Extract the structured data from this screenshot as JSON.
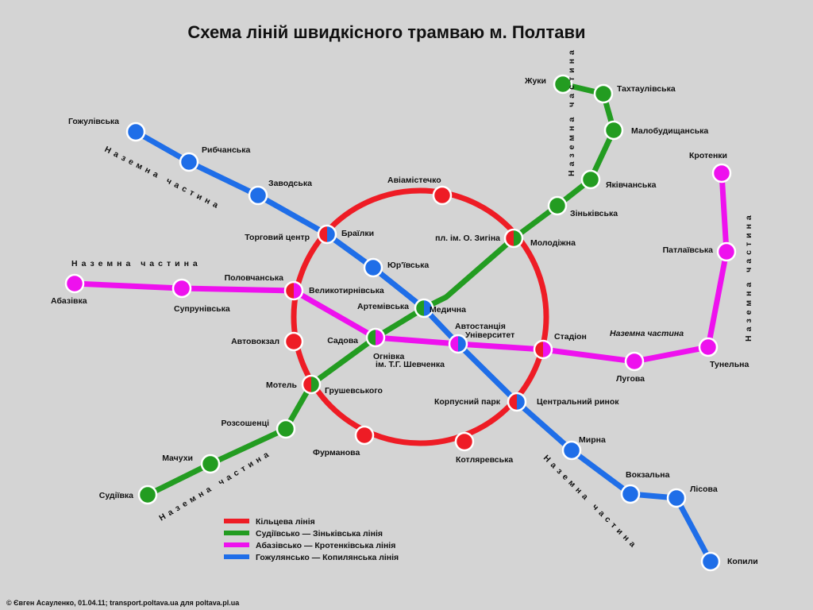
{
  "title": "Схема ліній швидкісного трамваю м. Полтави",
  "credit": "© Євген Асауленко, 01.04.11; transport.poltava.ua для poltava.pl.ua",
  "ground_note": "Наземна частина",
  "colors": {
    "red": "#ee1c25",
    "green": "#239c21",
    "magenta": "#ee11ee",
    "blue": "#1f6ee8",
    "background": "#d4d4d4"
  },
  "lines": [
    {
      "id": "ring",
      "color": "red",
      "legend": "Кільцева лінія"
    },
    {
      "id": "green",
      "color": "green",
      "legend": "Судіївсько — Зіньківська лінія"
    },
    {
      "id": "magenta",
      "color": "magenta",
      "legend": "Абазівсько — Кротенківська лінія"
    },
    {
      "id": "blue",
      "color": "blue",
      "legend": "Гожулянсько — Копилянська лінія"
    }
  ],
  "stations": [
    {
      "id": "gozhulivska",
      "name": "Гожулівська"
    },
    {
      "id": "rybchanska",
      "name": "Рибчанська"
    },
    {
      "id": "zavodska",
      "name": "Заводська"
    },
    {
      "id": "brailky",
      "name": "Браїлки"
    },
    {
      "id": "torhovyi",
      "name": "Торговий центр"
    },
    {
      "id": "yurivska",
      "name": "Юр'ївська"
    },
    {
      "id": "artemivska",
      "name": "Артемівська"
    },
    {
      "id": "medychna",
      "name": "Медична"
    },
    {
      "id": "avtostantsiia",
      "name": "Автостанція"
    },
    {
      "id": "shevchenka",
      "name": "ім. Т.Г. Шевченка"
    },
    {
      "id": "korpusnyi",
      "name": "Корпусний парк"
    },
    {
      "id": "tsentralnyi",
      "name": "Центральний ринок"
    },
    {
      "id": "myrna",
      "name": "Мирна"
    },
    {
      "id": "vokzalna",
      "name": "Вокзальна"
    },
    {
      "id": "lisova",
      "name": "Лісова"
    },
    {
      "id": "kopyly",
      "name": "Копили"
    },
    {
      "id": "abazivka",
      "name": "Абазівка"
    },
    {
      "id": "suprunivska",
      "name": "Супрунівська"
    },
    {
      "id": "polovchanska",
      "name": "Половчанська"
    },
    {
      "id": "velykotyrnivska",
      "name": "Великотирнівська"
    },
    {
      "id": "sadova",
      "name": "Садова"
    },
    {
      "id": "universytet",
      "name": "Університет"
    },
    {
      "id": "stadion",
      "name": "Стадіон"
    },
    {
      "id": "luhova",
      "name": "Лугова"
    },
    {
      "id": "tunelna",
      "name": "Тунельна"
    },
    {
      "id": "patlaivska",
      "name": "Патлаївська"
    },
    {
      "id": "krotenky",
      "name": "Кротенки"
    },
    {
      "id": "zhuky",
      "name": "Жуки"
    },
    {
      "id": "takhtaulivska",
      "name": "Тахтаулівська"
    },
    {
      "id": "malobudyshchanska",
      "name": "Малобудищанська"
    },
    {
      "id": "yakivchanska",
      "name": "Яківчанська"
    },
    {
      "id": "zinkivska",
      "name": "Зіньківська"
    },
    {
      "id": "molodizhna",
      "name": "Молодіжна"
    },
    {
      "id": "pl_zyhina",
      "name": "пл. ім. О. Зигіна"
    },
    {
      "id": "ohnivka",
      "name": "Огнівка"
    },
    {
      "id": "hrushevskoho",
      "name": "Грушевського"
    },
    {
      "id": "motel",
      "name": "Мотель"
    },
    {
      "id": "rozsoshentsi",
      "name": "Розсошенці"
    },
    {
      "id": "machukhy",
      "name": "Мачухи"
    },
    {
      "id": "sudiivka",
      "name": "Судіївка"
    },
    {
      "id": "aviamistechko",
      "name": "Авіамістечко"
    },
    {
      "id": "avtovokzal",
      "name": "Автовокзал"
    },
    {
      "id": "furmanova",
      "name": "Фурманова"
    },
    {
      "id": "kotliarevska",
      "name": "Котляревська"
    }
  ]
}
